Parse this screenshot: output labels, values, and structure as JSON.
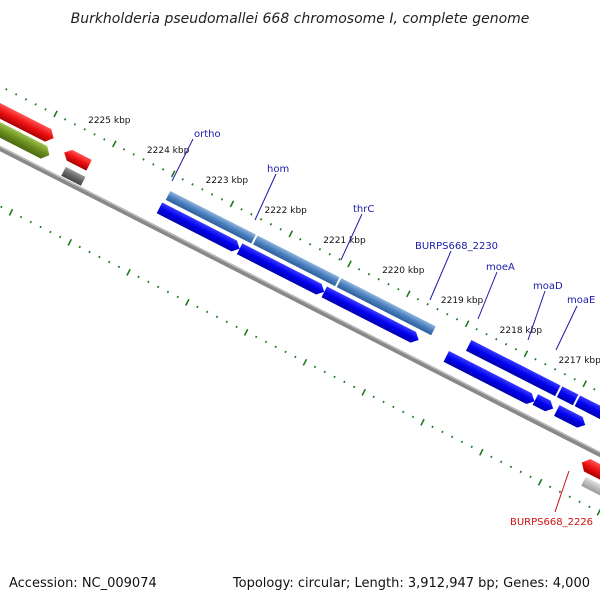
{
  "title": "Burkholderia pseudomallei 668 chromosome I, complete genome",
  "footer": {
    "accession": "Accession: NC_009074",
    "summary": "Topology: circular; Length: 3,912,947 bp; Genes: 4,000"
  },
  "ticks": [
    "2225 kbp",
    "2224 kbp",
    "2223 kbp",
    "2222 kbp",
    "2221 kbp",
    "2220 kbp",
    "2219 kbp",
    "2218 kbp",
    "2217 kbp"
  ],
  "gene_labels": [
    {
      "text": "ortho",
      "color": "#1a1aa8"
    },
    {
      "text": "hom",
      "color": "#1a1aa8"
    },
    {
      "text": "thrC",
      "color": "#1a1aa8"
    },
    {
      "text": "BURPS668_2230",
      "color": "#1a1aa8"
    },
    {
      "text": "moeA",
      "color": "#1a1aa8"
    },
    {
      "text": "moaD",
      "color": "#1a1aa8"
    },
    {
      "text": "moaE",
      "color": "#1a1aa8"
    },
    {
      "text": "BURPS668_2226",
      "color": "#cc1111"
    }
  ],
  "colors": {
    "backbone": "#777777",
    "gene_blue": "#0a0ae8",
    "gene_steel": "#4a7fbf",
    "gene_red": "#ee1111",
    "gene_olive": "#6b8f1f",
    "gene_gray": "#666666",
    "gene_lightgray": "#aaaaaa",
    "tick_green": "#1e7a1e"
  }
}
